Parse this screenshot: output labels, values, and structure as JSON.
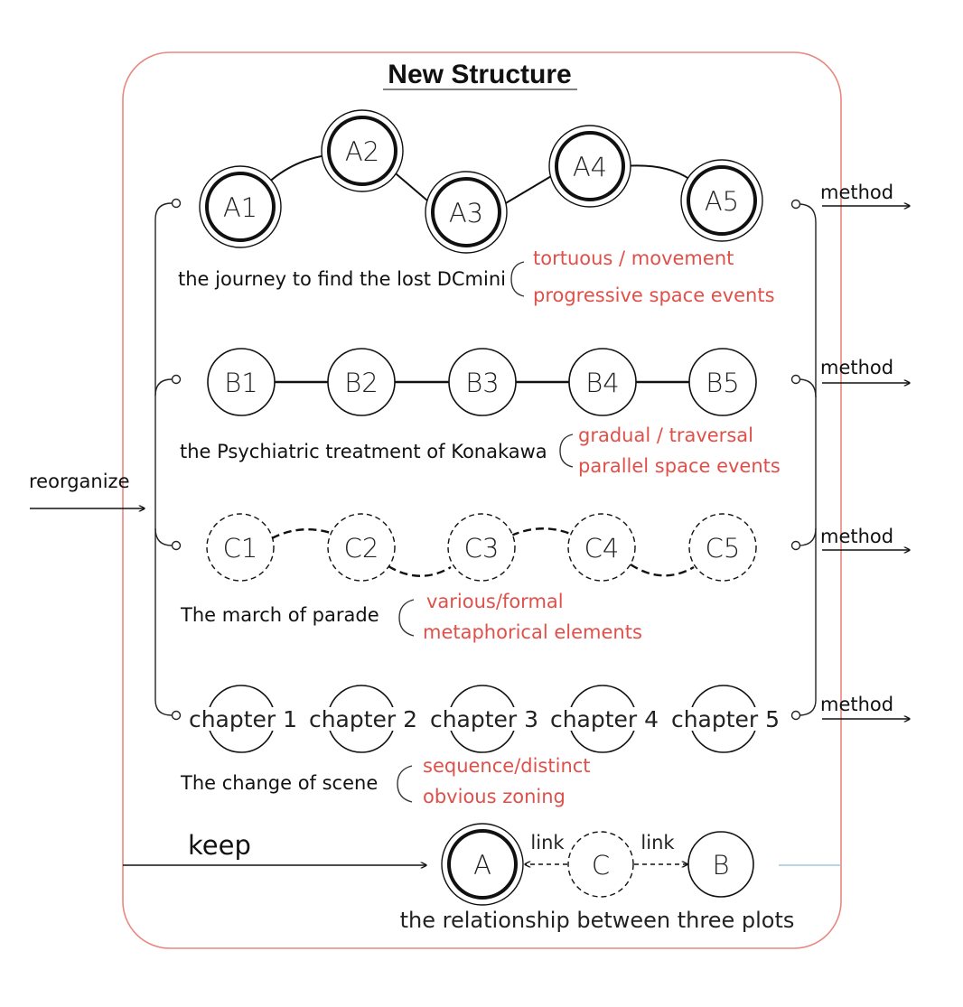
{
  "title": "New Structure",
  "colors": {
    "frame": "#e8877f",
    "accent_text": "#e0504a",
    "ink": "#111111",
    "blue_line": "#9fc7d8"
  },
  "left_label": "reorganize",
  "right_label": "method",
  "rows": [
    {
      "id": "A",
      "style": "bold-double",
      "nodes": [
        "A1",
        "A2",
        "A3",
        "A4",
        "A5"
      ],
      "description": "the journey to find the lost DCmini",
      "notes": [
        "tortuous / movement",
        "progressive space events"
      ]
    },
    {
      "id": "B",
      "style": "solid",
      "nodes": [
        "B1",
        "B2",
        "B3",
        "B4",
        "B5"
      ],
      "description": "the Psychiatric treatment of Konakawa",
      "notes": [
        "gradual / traversal",
        "parallel space events"
      ]
    },
    {
      "id": "C",
      "style": "dashed",
      "nodes": [
        "C1",
        "C2",
        "C3",
        "C4",
        "C5"
      ],
      "description": "The march of parade",
      "notes": [
        "various/formal",
        "metaphorical elements"
      ]
    },
    {
      "id": "chapter",
      "style": "chapters",
      "nodes": [
        "chapter 1",
        "chapter 2",
        "chapter 3",
        "chapter 4",
        "chapter 5"
      ],
      "description": "The change of scene",
      "notes": [
        "sequence/distinct",
        "obvious zoning"
      ]
    }
  ],
  "keep": {
    "label": "keep",
    "nodes": [
      "A",
      "C",
      "B"
    ],
    "link_label": "link",
    "caption": "the relationship between three plots"
  }
}
